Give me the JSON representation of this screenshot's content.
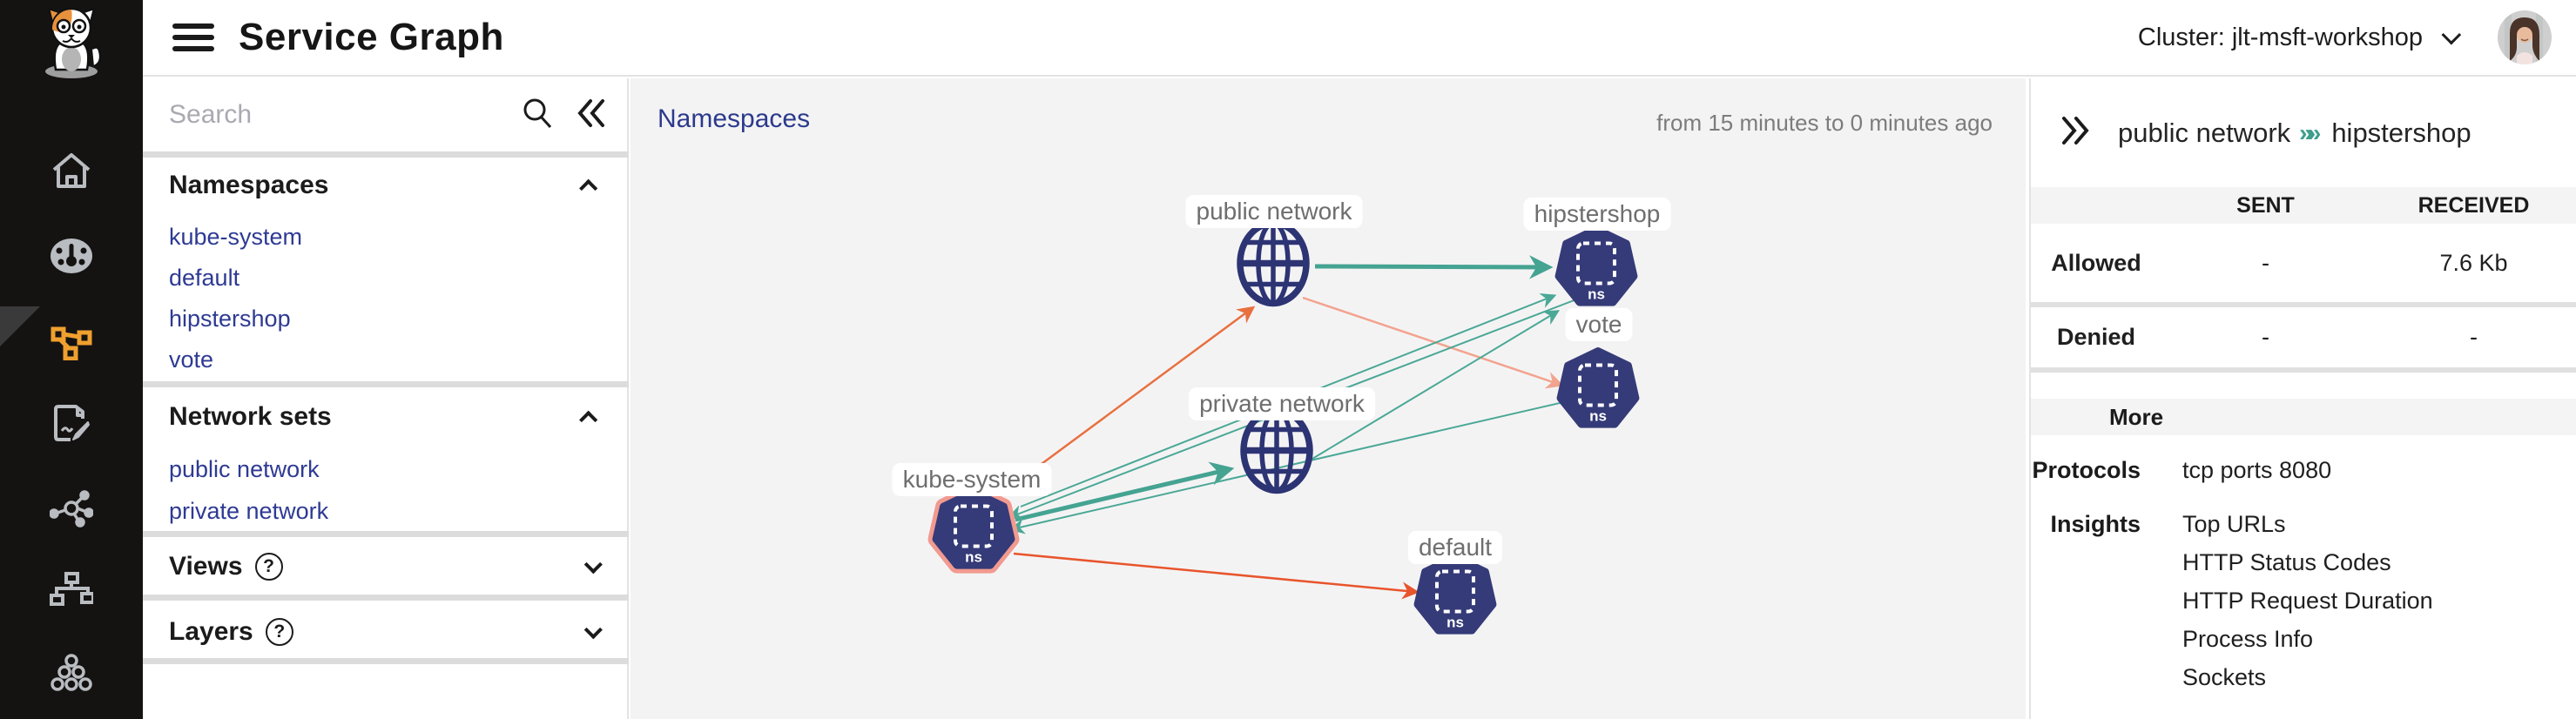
{
  "app": {
    "title": "Service Graph",
    "cluster_selector": "Cluster: jlt-msft-workshop"
  },
  "sidebar_icons": [
    {
      "name": "home"
    },
    {
      "name": "dashboard"
    },
    {
      "name": "service-graph",
      "active": true
    },
    {
      "name": "flow-report"
    },
    {
      "name": "connections"
    },
    {
      "name": "hierarchy"
    },
    {
      "name": "clusters"
    }
  ],
  "left_panel": {
    "search_placeholder": "Search",
    "sections": [
      {
        "label": "Namespaces",
        "state": "expanded",
        "items": [
          "kube-system",
          "default",
          "hipstershop",
          "vote"
        ]
      },
      {
        "label": "Network sets",
        "state": "expanded",
        "items": [
          "public network",
          "private network"
        ]
      },
      {
        "label": "Views",
        "state": "collapsed",
        "has_help": "?",
        "items": []
      },
      {
        "label": "Layers",
        "state": "collapsed",
        "has_help": "?",
        "items": []
      }
    ]
  },
  "canvas": {
    "view_label": "Namespaces",
    "time_range": "from 15 minutes to 0 minutes ago"
  },
  "graph": {
    "nodes": [
      {
        "label": "public network",
        "type": "network-set",
        "badge": ""
      },
      {
        "label": "hipstershop",
        "type": "namespace",
        "badge": "ns"
      },
      {
        "label": "vote",
        "type": "namespace",
        "badge": "ns"
      },
      {
        "label": "private network",
        "type": "network-set",
        "badge": ""
      },
      {
        "label": "kube-system",
        "type": "namespace",
        "badge": "ns",
        "highlight": "salmon-ring"
      },
      {
        "label": "default",
        "type": "namespace",
        "badge": "ns"
      }
    ],
    "edges": [
      {
        "from": "public network",
        "to": "hipstershop",
        "style": "thick-teal"
      },
      {
        "from": "kube-system",
        "to": "public network",
        "style": "orange"
      },
      {
        "from": "public network",
        "to": "vote",
        "style": "salmon"
      },
      {
        "from": "kube-system",
        "to": "private network",
        "style": "thick-teal"
      },
      {
        "from": "kube-system",
        "to": "hipstershop",
        "style": "thin-teal"
      },
      {
        "from": "private network",
        "to": "hipstershop",
        "style": "thin-teal"
      },
      {
        "from": "hipstershop",
        "to": "kube-system",
        "style": "thin-teal"
      },
      {
        "from": "vote",
        "to": "kube-system",
        "style": "thin-teal"
      },
      {
        "from": "kube-system",
        "to": "default",
        "style": "orange"
      }
    ]
  },
  "details_panel": {
    "breadcrumb": {
      "source": "public network",
      "separator": "»",
      "target": "hipstershop"
    },
    "traffic_table": {
      "columns": [
        "SENT",
        "RECEIVED"
      ],
      "rows": [
        {
          "label": "Allowed",
          "sent": "-",
          "received": "7.6 Kb"
        },
        {
          "label": "Denied",
          "sent": "-",
          "received": "-"
        }
      ]
    },
    "more": {
      "label": "More",
      "protocols_label": "Protocols",
      "protocols_value": "tcp ports 8080",
      "insights_label": "Insights",
      "insights": [
        "Top URLs",
        "HTTP Status Codes",
        "HTTP Request Duration",
        "Process Info",
        "Sockets"
      ]
    }
  },
  "colors": {
    "accent_orange": "#efa02f",
    "navy_node": "#353b78",
    "teal_edge": "#45a392",
    "orange_edge": "#e8703f",
    "salmon_edge": "#f2a38e",
    "red_edge": "#e8552c",
    "link_navy": "#2e3a93",
    "canvas_bg": "#f4f3f4",
    "highlight_ring": "#f29a90"
  }
}
